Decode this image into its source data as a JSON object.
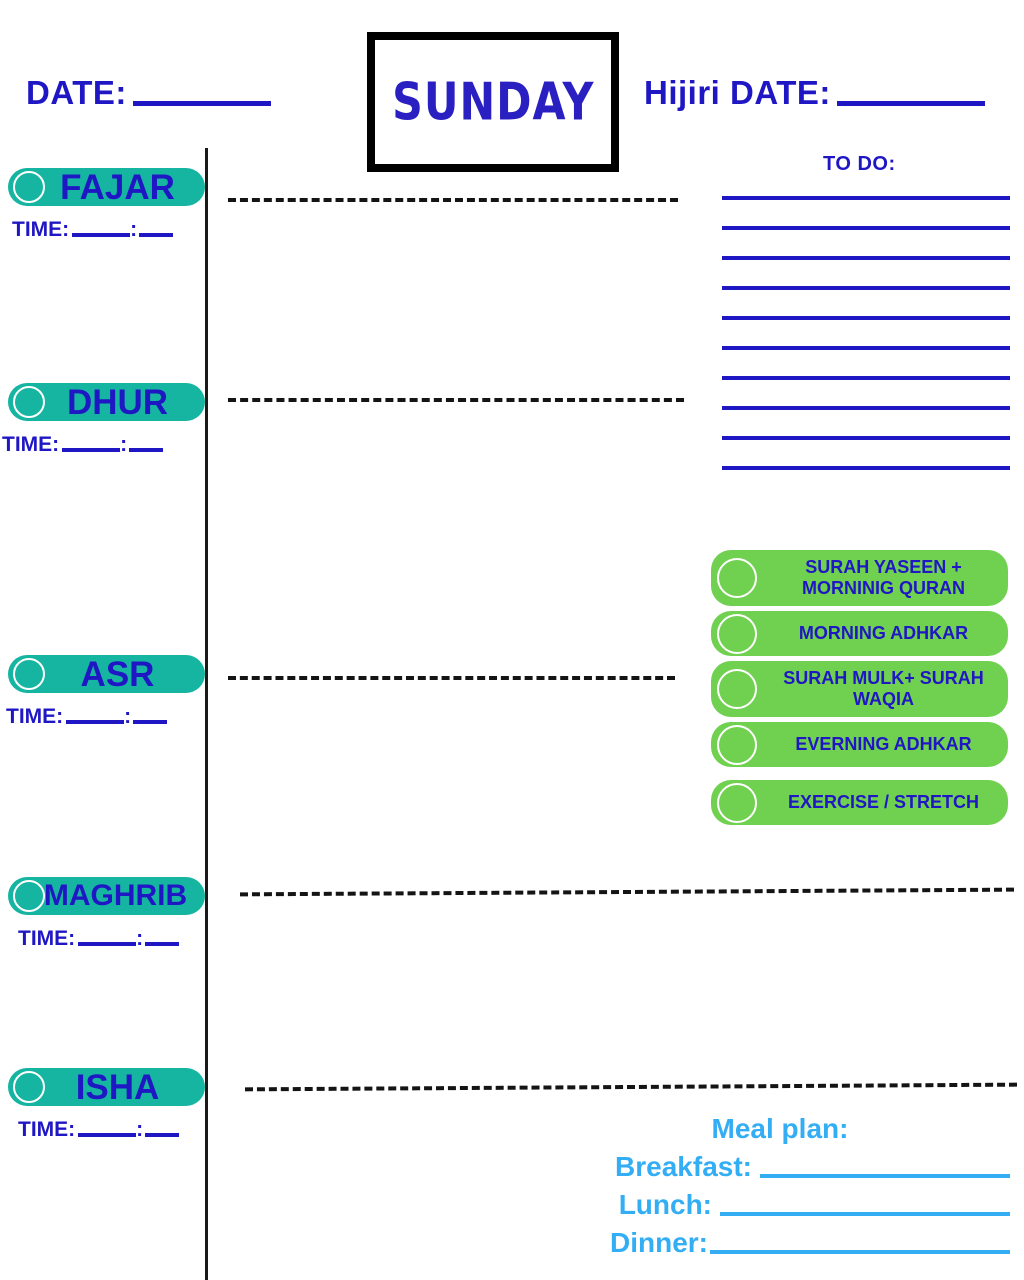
{
  "header": {
    "date_label": "DATE:",
    "day_name": "SUNDAY",
    "hijiri_label": "Hijiri DATE:"
  },
  "prayers": [
    {
      "name": "FAJAR",
      "time_label": "TIME:"
    },
    {
      "name": "DHUR",
      "time_label": "TIME:"
    },
    {
      "name": "ASR",
      "time_label": "TIME:"
    },
    {
      "name": "MAGHRIB",
      "time_label": "TIME:"
    },
    {
      "name": "ISHA",
      "time_label": "TIME:"
    }
  ],
  "todo": {
    "title": "TO DO:",
    "line_count": 10
  },
  "checklist": [
    {
      "label": "SURAH YASEEN + MORNINIG QURAN"
    },
    {
      "label": "MORNING ADHKAR"
    },
    {
      "label": "SURAH MULK+ SURAH WAQIA"
    },
    {
      "label": "EVERNING ADHKAR"
    },
    {
      "label": "EXERCISE / STRETCH"
    }
  ],
  "meal_plan": {
    "title": "Meal plan:",
    "breakfast_label": "Breakfast:",
    "lunch_label": "Lunch:",
    "dinner_label": "Dinner:"
  },
  "colors": {
    "ink_blue": "#1f17c4",
    "teal": "#16b5a2",
    "green": "#70d050",
    "sky_blue": "#33aef5",
    "black": "#000000"
  }
}
